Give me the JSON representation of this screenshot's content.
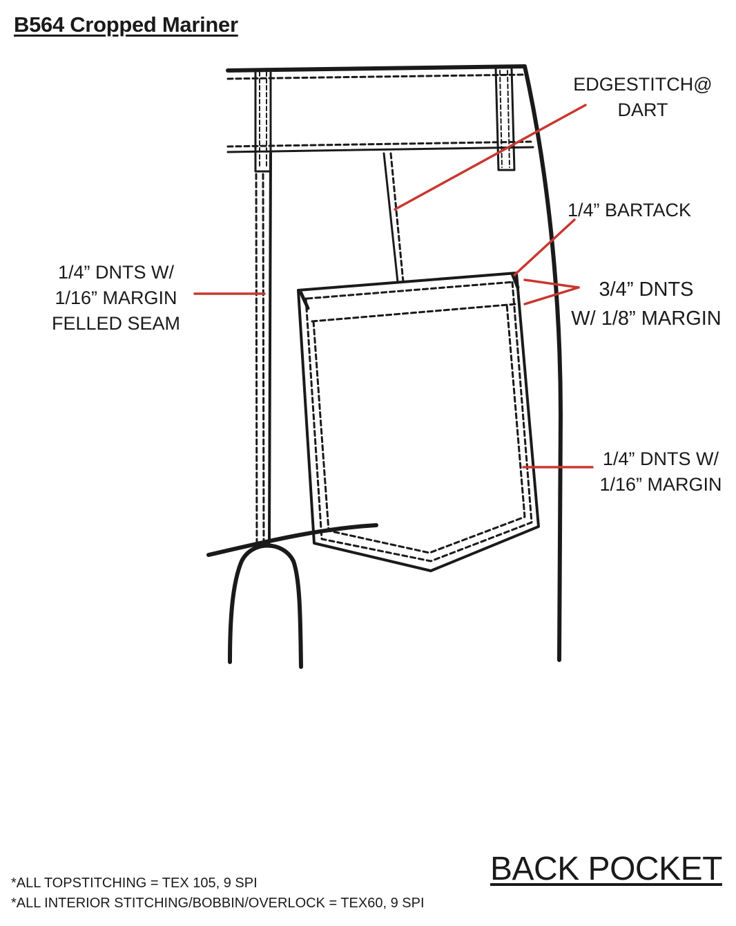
{
  "title": "B564 Cropped Mariner",
  "section_title": "BACK POCKET",
  "callouts": {
    "edgestitch": [
      "EDGESTITCH@",
      "DART"
    ],
    "bartack": [
      "1/4” BARTACK"
    ],
    "felled_seam": [
      "1/4” DNTS W/",
      "1/16” MARGIN",
      "FELLED SEAM"
    ],
    "pocket_top": [
      "3/4” DNTS",
      "W/ 1/8” MARGIN"
    ],
    "pocket_side": [
      "1/4” DNTS W/",
      "1/16” MARGIN"
    ]
  },
  "notes": [
    "*ALL TOPSTITCHING = TEX 105, 9 SPI",
    "*ALL INTERIOR STITCHING/BOBBIN/OVERLOCK = TEX60, 9 SPI"
  ],
  "colors": {
    "outline": "#1a1a1a",
    "callout_line": "#c8382f"
  }
}
